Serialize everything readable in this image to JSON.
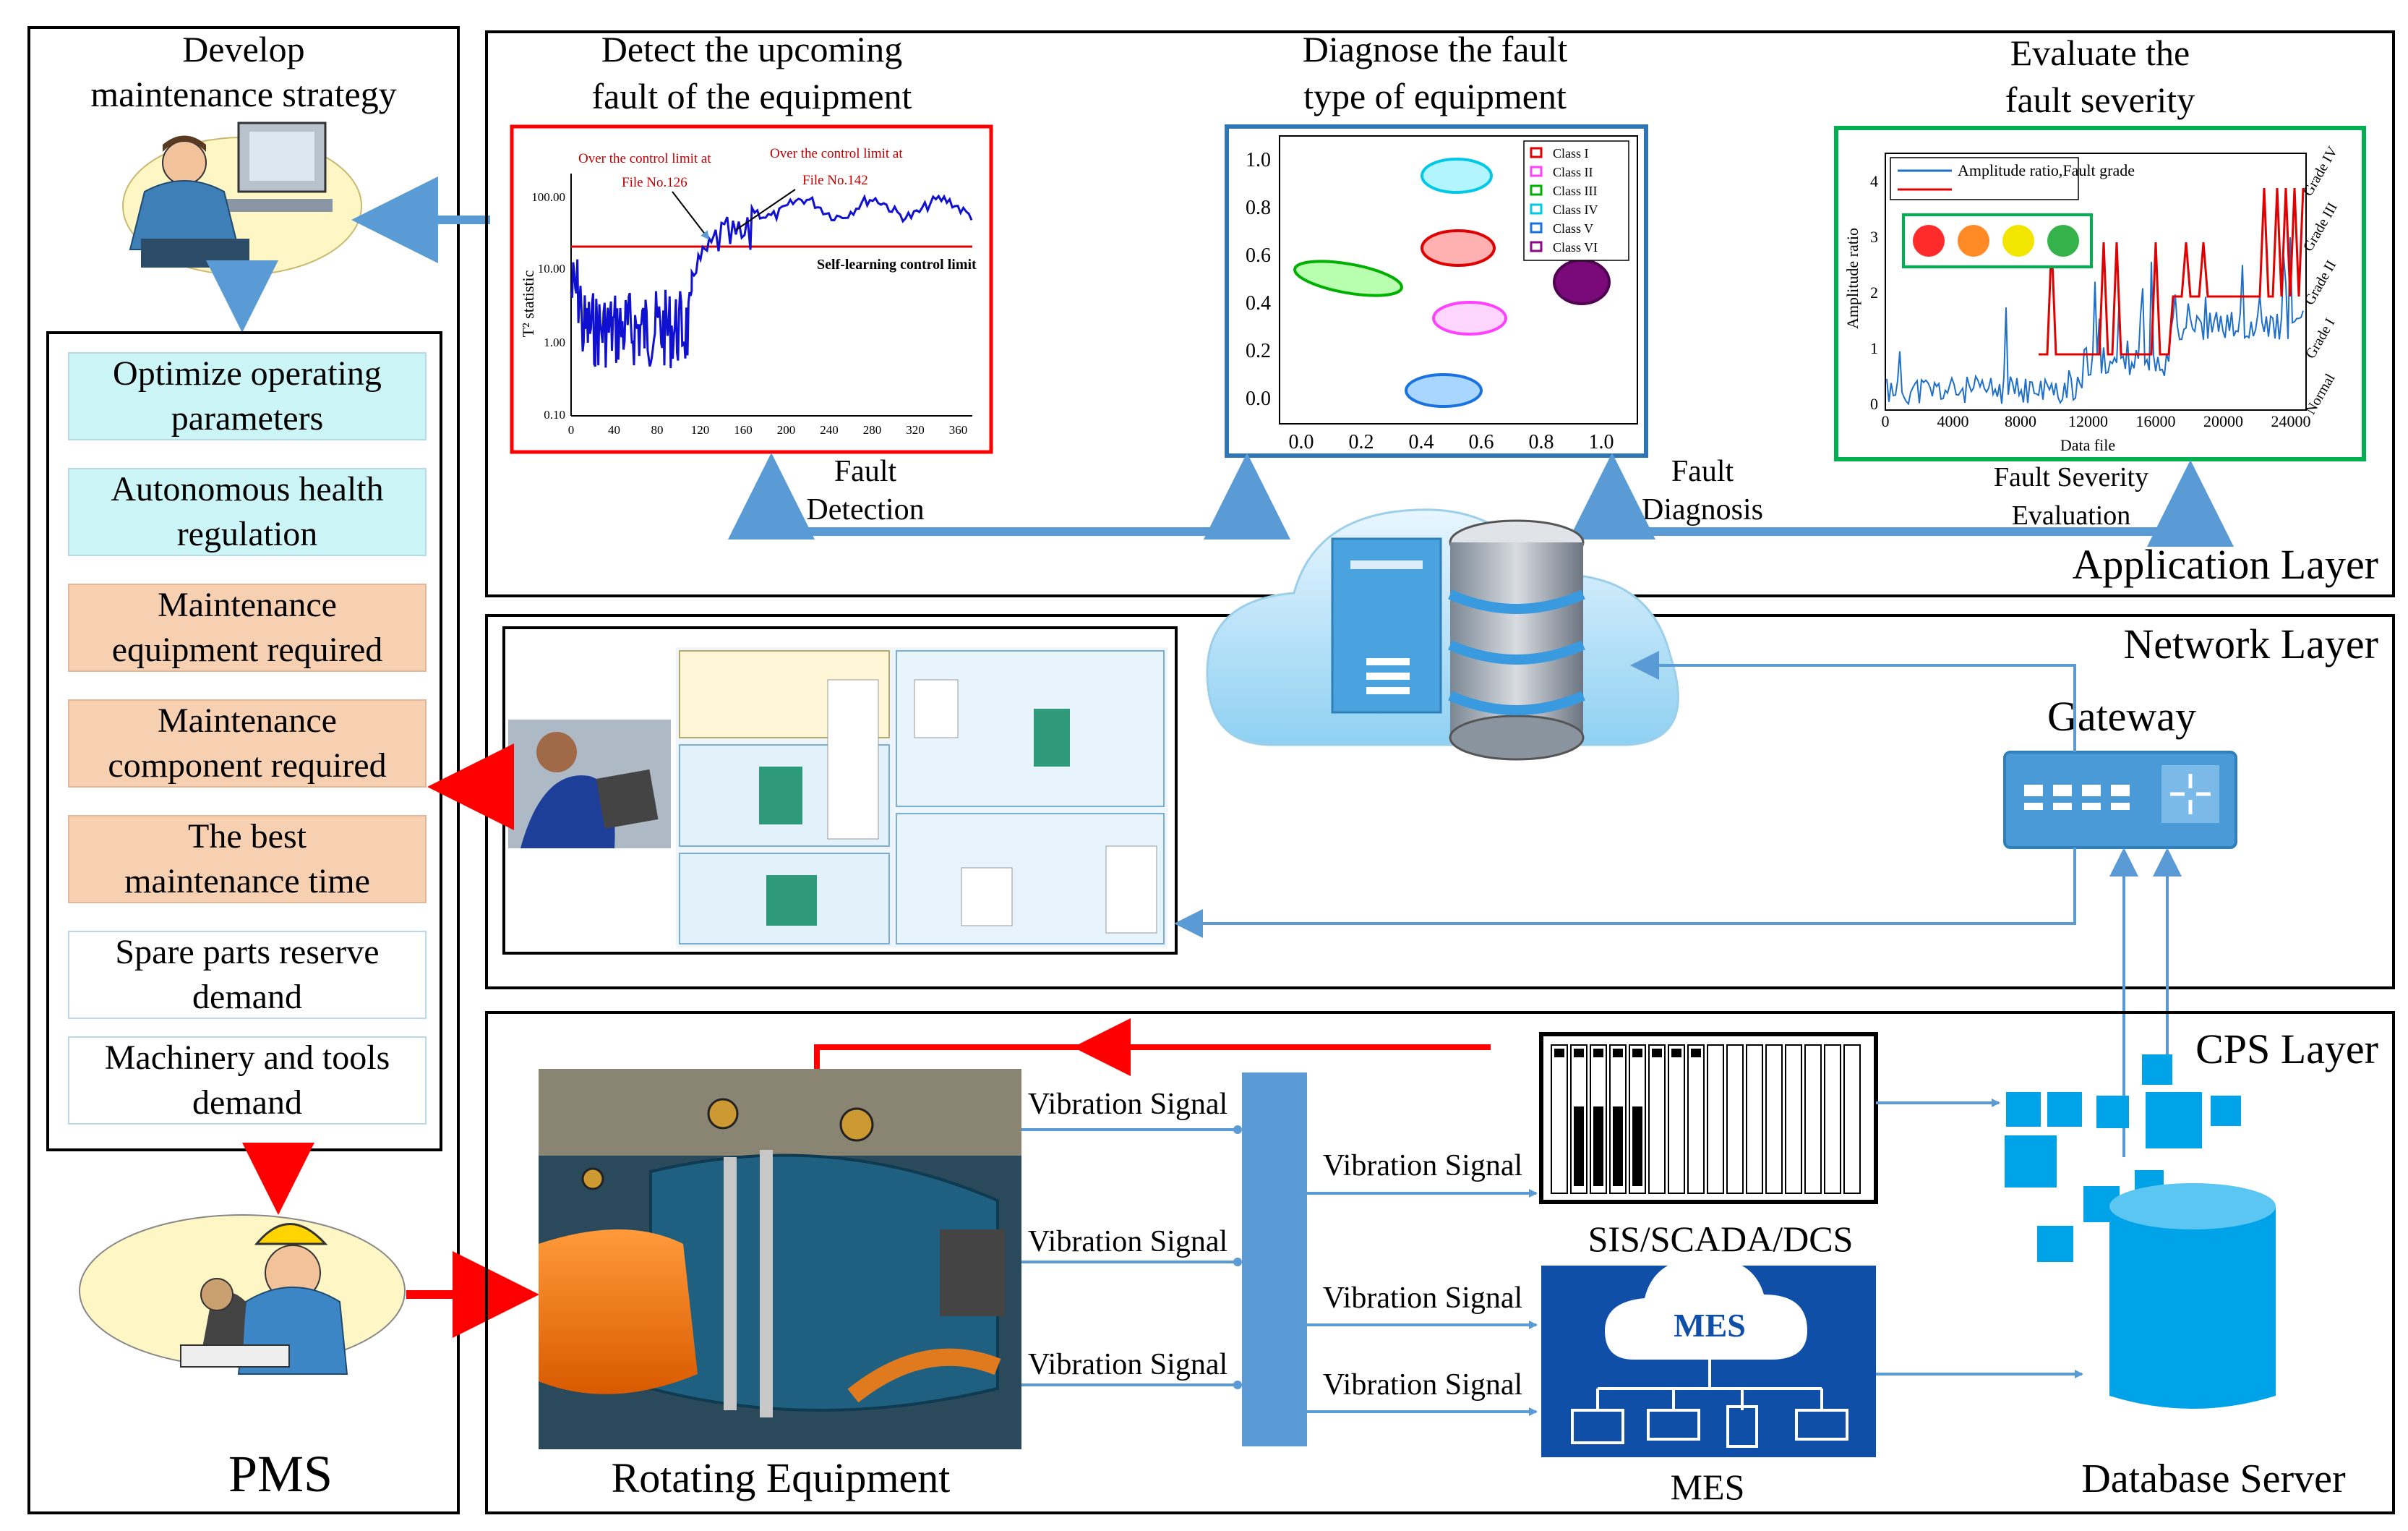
{
  "pms": {
    "strategy_title": "Develop\nmaintenance strategy",
    "label": "PMS",
    "items": [
      {
        "text": "Optimize operating\nparameters",
        "style": "cyan"
      },
      {
        "text": "Autonomous health\nregulation",
        "style": "cyan"
      },
      {
        "text": "Maintenance\nequipment required",
        "style": "peach"
      },
      {
        "text": "Maintenance\ncomponent required",
        "style": "peach"
      },
      {
        "text": "The best\nmaintenance time",
        "style": "peach"
      },
      {
        "text": "Spare parts reserve\ndemand",
        "style": "white"
      },
      {
        "text": "Machinery and tools\ndemand",
        "style": "white"
      }
    ]
  },
  "layers": {
    "application": "Application Layer",
    "network": "Network Layer",
    "cps": "CPS Layer"
  },
  "detect": {
    "title": "Detect the upcoming\nfault of the equipment",
    "caption": "Fault\nDetection",
    "annot1": "Over the control limit at\nFile No.126",
    "annot2": "Over the control limit at\nFile No.142",
    "limit_label": "Self-learning control limit",
    "ylabel": "T² statistic",
    "yticks": [
      "100.00",
      "10.00",
      "1.00",
      "0.10"
    ],
    "xticks": [
      "0",
      "40",
      "80",
      "120",
      "160",
      "200",
      "240",
      "280",
      "320",
      "360"
    ]
  },
  "diagnose": {
    "title": "Diagnose the fault\ntype of equipment",
    "caption": "Fault\nDiagnosis",
    "xticks": [
      "0.0",
      "0.2",
      "0.4",
      "0.6",
      "0.8",
      "1.0"
    ],
    "yticks": [
      "1.0",
      "0.8",
      "0.6",
      "0.4",
      "0.2",
      "0.0"
    ],
    "legend": [
      "Class I",
      "Class II",
      "Class III",
      "Class IV",
      "Class V",
      "Class VI"
    ]
  },
  "evaluate": {
    "title": "Evaluate the\nfault severity",
    "caption": "Fault Severity\nEvaluation",
    "legend": [
      "Amplitude ratio",
      "Fault grade"
    ],
    "ylabel": "Amplitude ratio",
    "xlabel": "Data file",
    "xticks": [
      "0",
      "4000",
      "8000",
      "12000",
      "16000",
      "20000",
      "24000"
    ],
    "yticks": [
      "4",
      "3",
      "2",
      "1",
      "0"
    ],
    "grades": [
      "Grade IV",
      "Grade III",
      "Grade II",
      "Grade I",
      "Normal"
    ],
    "light_colors": [
      "#ff2a2a",
      "#ff8a26",
      "#f2e600",
      "#35b34a"
    ]
  },
  "network": {
    "gateway": "Gateway"
  },
  "cps": {
    "rotating": "Rotating Equipment",
    "sis": "SIS/SCADA/DCS",
    "mes": "MES",
    "mes_logo": "MES",
    "db": "Database Server",
    "signal": "Vibration Signal"
  },
  "colors": {
    "arrow_blue": "#5b9bd5",
    "arrow_red": "#ff0000",
    "detect_border": "#ff0000",
    "diagnose_border": "#2e75b6",
    "evaluate_border": "#00b050",
    "cyan_fill": "#ccf5f7",
    "peach_fill": "#f7cfb1"
  }
}
